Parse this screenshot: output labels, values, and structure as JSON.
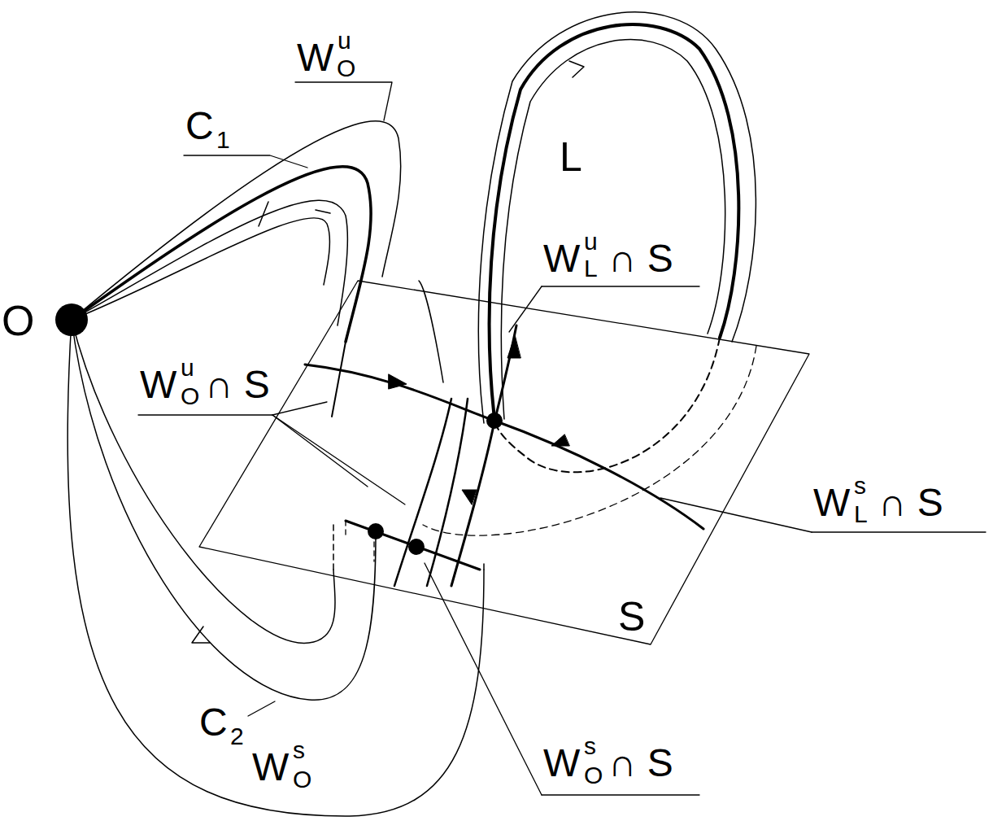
{
  "diagram": {
    "labels": [
      "W",
      "u",
      "O",
      "C",
      "1",
      "L",
      "W",
      "u",
      "L",
      "∩ S",
      "O",
      "W",
      "u",
      "O",
      "∩ S",
      "W",
      "s",
      "L",
      "∩ S",
      "S",
      "C",
      "2",
      "W",
      "s",
      "O",
      "W",
      "s",
      "O",
      "∩ S"
    ]
  }
}
